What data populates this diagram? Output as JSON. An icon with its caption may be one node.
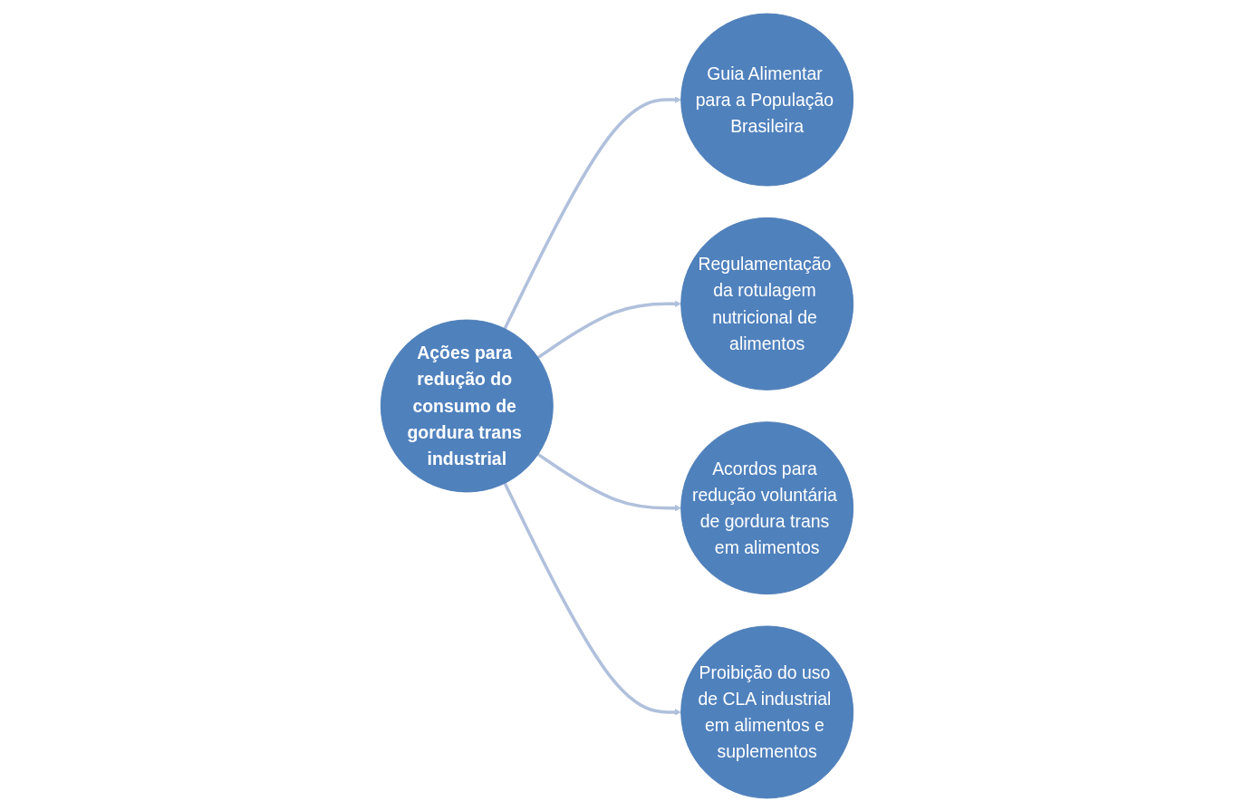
{
  "diagram": {
    "nodes": [
      {
        "text": [
          "Guia Alimentar para a População Brasileira"
        ]
      },
      {
        "text": [
          "Regulamentação da rotulagem nutricional de alimentos"
        ]
      },
      {
        "text": [
          "Ações para redução do consumo de gordura trans industrial"
        ]
      },
      {
        "text": [
          "Acordos para redução voluntária de gordura trans em alimentos"
        ]
      },
      {
        "text": [
          "Proibição do uso de CLA industrial em alimentos e suplementos"
        ]
      }
    ],
    "edges": [
      {
        "from": 2,
        "to": 0,
        "arrow": "to"
      },
      {
        "from": 2,
        "to": 1,
        "arrow": "to"
      },
      {
        "from": 2,
        "to": 3,
        "arrow": "to"
      },
      {
        "from": 2,
        "to": 4,
        "arrow": "to"
      }
    ]
  }
}
